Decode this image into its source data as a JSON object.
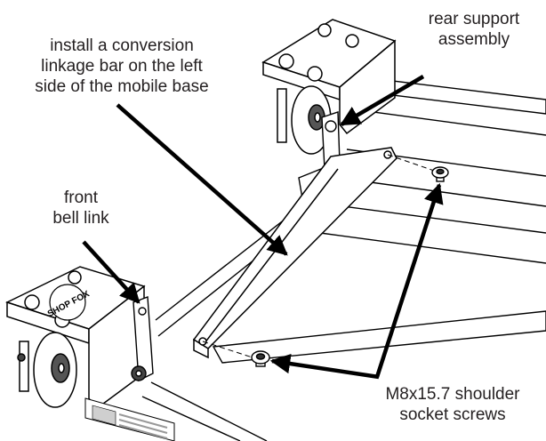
{
  "callouts": {
    "rear_support": {
      "lines": [
        "rear support",
        "assembly"
      ]
    },
    "linkage_bar": {
      "lines": [
        "install a conversion",
        "linkage bar on the left",
        "side of the mobile base"
      ]
    },
    "front_bell_link": {
      "lines": [
        "front",
        "bell link"
      ]
    },
    "screws": {
      "lines": [
        "M8x15.7 shoulder",
        "socket screws"
      ]
    }
  },
  "branding": {
    "caster_plate_logo": "SHOP FOX"
  },
  "colors": {
    "line": "#000000",
    "text": "#231f20",
    "background": "#ffffff",
    "label_gray": "#cfcfcf"
  }
}
